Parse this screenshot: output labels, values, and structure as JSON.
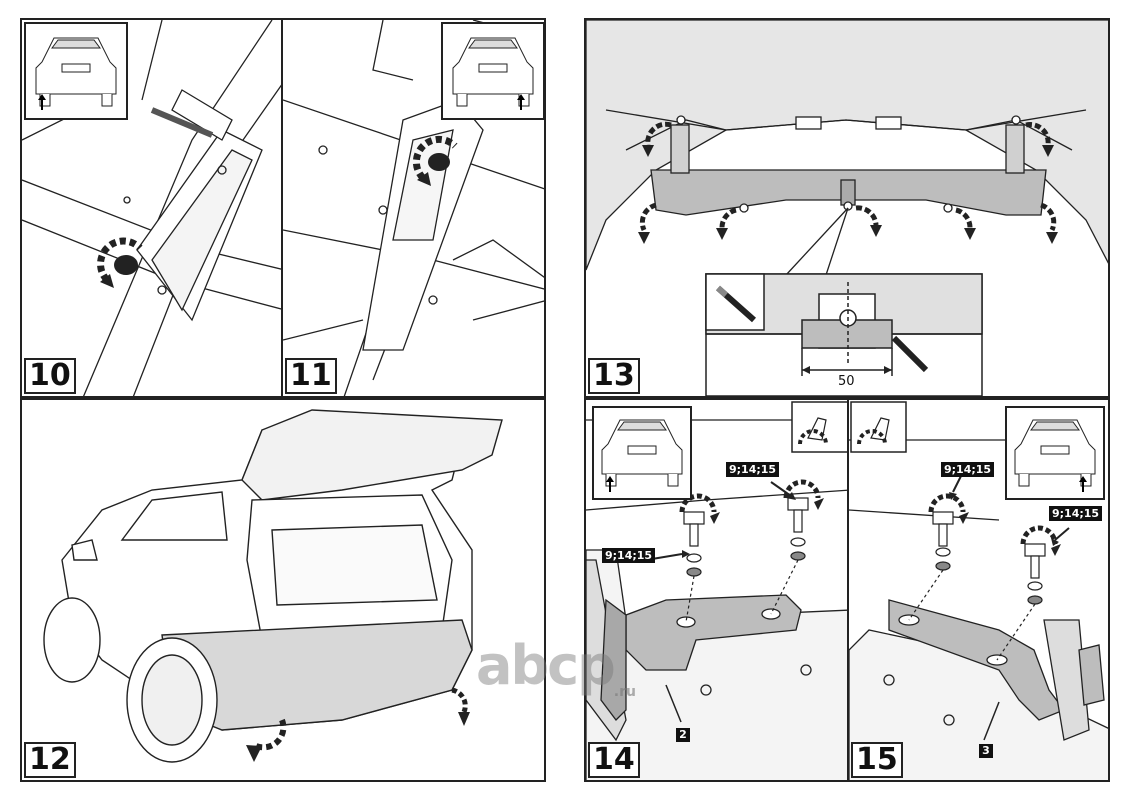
{
  "steps": {
    "s10": "10",
    "s11": "11",
    "s12": "12",
    "s13": "13",
    "s14": "14",
    "s15": "15"
  },
  "labels": {
    "torque_a": "9;14;15",
    "torque_b": "9;14;15",
    "torque_c": "9;14;15",
    "torque_d": "9;14;15",
    "part2": "2",
    "part3": "3",
    "dimension": "50"
  },
  "watermark": {
    "text": "abcp",
    "suffix": ".ru"
  },
  "colors": {
    "panel_fill": "#e6e6e6",
    "bracket_fill": "#b9b9b9",
    "outline": "#222222"
  }
}
